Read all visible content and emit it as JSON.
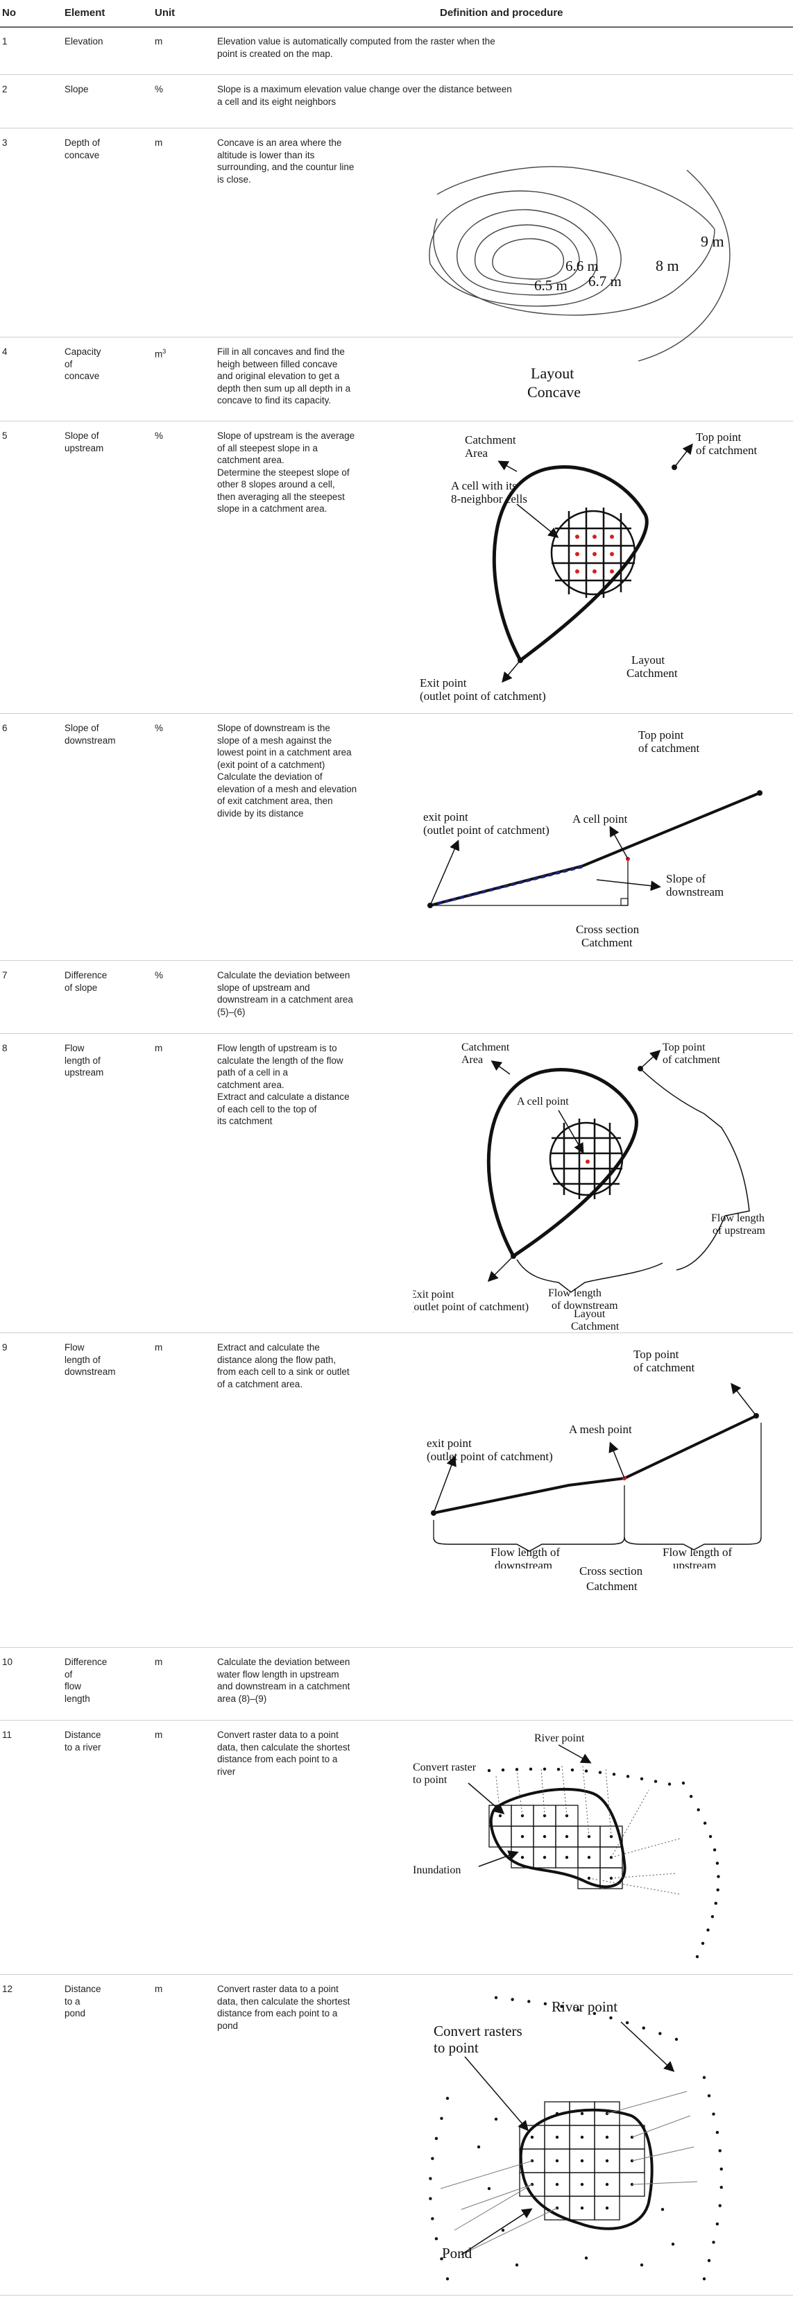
{
  "table": {
    "headers": {
      "no": "No",
      "element": "Element",
      "unit": "Unit",
      "definition": "Definition and procedure"
    },
    "rows": [
      {
        "no": "1",
        "element": "Elevation",
        "unit": "m",
        "definition": "Elevation value is automatically computed from the raster when the\npoint is created on the map."
      },
      {
        "no": "2",
        "element": "Slope",
        "unit": "%",
        "definition": "Slope is a maximum elevation value change over the distance between\na cell and its eight neighbors"
      },
      {
        "no": "3",
        "element": "Depth of\nconcave",
        "unit": "m",
        "definition": "Concave is an area where the\naltitude is lower than its\nsurrounding, and the countur line\nis close."
      },
      {
        "no": "4",
        "element": "Capacity\nof\nconcave",
        "unit": "m",
        "definition": "Fill in all concaves and find the\nheigh between filled concave\nand original elevation to get a\ndepth then sum up all depth in a\nconcave to find its capacity."
      },
      {
        "no": "5",
        "element": "Slope of\nupstream",
        "unit": "%",
        "definition": "Slope of upstream is the average\nof all steepest slope in a\ncatchment area.\nDetermine the steepest slope of\nother 8 slopes around a cell,\nthen averaging all the steepest\nslope in a catchment area."
      },
      {
        "no": "6",
        "element": "Slope of\ndownstream",
        "unit": "%",
        "definition": "Slope of downstream is the\nslope of a mesh against the\nlowest point in a catchment area\n(exit point of a catchment)\nCalculate the deviation of\nelevation of a mesh and elevation\nof exit catchment area, then\ndivide by its distance"
      },
      {
        "no": "7",
        "element": "Difference\nof slope",
        "unit": "%",
        "definition": "Calculate the deviation between\nslope of upstream and\ndownstream in a catchment area\n(5)–(6)"
      },
      {
        "no": "8",
        "element": "Flow\nlength of\nupstream",
        "unit": "m",
        "definition": "Flow length of upstream is to\ncalculate the length of the flow\npath of a cell in a\ncatchment area.\nExtract and calculate a distance\nof each cell to the top of\nits catchment"
      },
      {
        "no": "9",
        "element": "Flow\nlength of\ndownstream",
        "unit": "m",
        "definition": "Extract and calculate the\ndistance along the flow path,\nfrom each cell to a sink or outlet\nof a catchment area."
      },
      {
        "no": "10",
        "element": "Difference\nof\nflow\nlength",
        "unit": "m",
        "definition": "Calculate the deviation between\nwater flow length in upstream\nand downstream in a catchment\narea (8)–(9)"
      },
      {
        "no": "11",
        "element": "Distance\nto a river",
        "unit": "m",
        "definition": "Convert raster data to a point\ndata, then calculate the shortest\ndistance from each point to a\nriver"
      },
      {
        "no": "12",
        "element": "Distance\nto a\npond",
        "unit": "m",
        "definition": "Convert raster data to a point\ndata, then calculate the shortest\ndistance from each point to a\npond"
      }
    ]
  },
  "unit_superscript": "3",
  "figures": {
    "concave": {
      "c1": "9 m",
      "c2": "8 m",
      "c3": "6.6 m",
      "c4": "6.7 m",
      "c5": "6.5 m",
      "caption1": "Layout",
      "caption2": "Concave"
    },
    "upstream": {
      "catchment_area": "Catchment\nArea",
      "top_point": "Top point\nof catchment",
      "cell": "A cell with its\n8-neighbor cells",
      "exit": "Exit point\n(outlet point of catchment)",
      "caption": "Layout\nCatchment"
    },
    "downstream": {
      "top_point": "Top point\nof catchment",
      "cell": "A cell point",
      "exit": "exit point\n(outlet point of catchment)",
      "slope": "Slope of\ndownstream",
      "caption": "Cross section\nCatchment"
    },
    "flow_up": {
      "catchment_area": "Catchment\nArea",
      "top_point": "Top point\nof catchment",
      "cell": "A cell point",
      "flow_up": "Flow length\nof upstream",
      "flow_down": "Flow length\nof downstream",
      "exit": "Exit point\n(outlet point of catchment)",
      "caption": "Layout\nCatchment"
    },
    "flow_down": {
      "top_point": "Top point\nof catchment",
      "mesh": "A mesh point",
      "exit": "exit point\n(outlet point of catchment)",
      "flow_down": "Flow length of\ndownstream",
      "flow_up": "Flow length of\nupstream",
      "caption": "Cross section\nCatchment"
    },
    "river": {
      "river_point": "River point",
      "convert": "Convert raster\nto point",
      "inundation": "Inundation"
    },
    "pond": {
      "river_point": "River point",
      "convert": "Convert rasters\nto point",
      "pond": "Pond"
    }
  },
  "colors": {
    "text": "#222222",
    "rule": "#cfcfcf",
    "red": "#d62020",
    "blue": "#1a237e"
  }
}
